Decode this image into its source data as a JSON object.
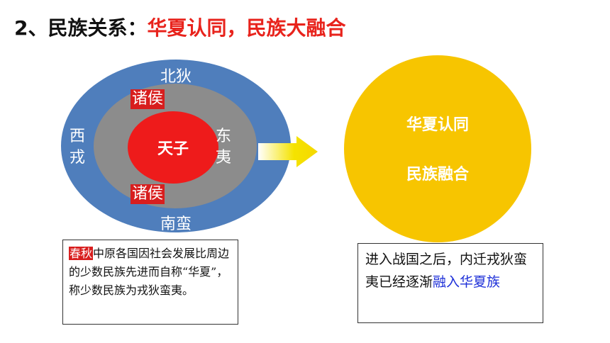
{
  "title": {
    "prefix": "2、民族关系：",
    "highlight": "华夏认同，民族大融合"
  },
  "diagram": {
    "north": "北狄",
    "south": "南蛮",
    "west": "西\n戎",
    "east": "东\n夷",
    "vassal_top": "诸侯",
    "vassal_bottom": "诸侯",
    "center": "天子"
  },
  "circle": {
    "line1": "华夏认同",
    "line2": "民族融合"
  },
  "box_left": {
    "tag": "春秋",
    "text": "中原各国因社会发展比周边的少数民族先进而自称“华夏”，称少数民族为戎狄蛮夷。"
  },
  "box_right": {
    "text": "进入战国之后，内迁戎狄蛮夷已经逐渐",
    "highlight": "融入华夏族"
  },
  "colors": {
    "outer_ring": "#4f7ebc",
    "middle_ring": "#8c8c8c",
    "inner_circle": "#ee1b1b",
    "big_circle": "#f7c500",
    "arrow": "#f5e300",
    "title_highlight": "#e8231c",
    "blue_text": "#1d2fd8"
  }
}
